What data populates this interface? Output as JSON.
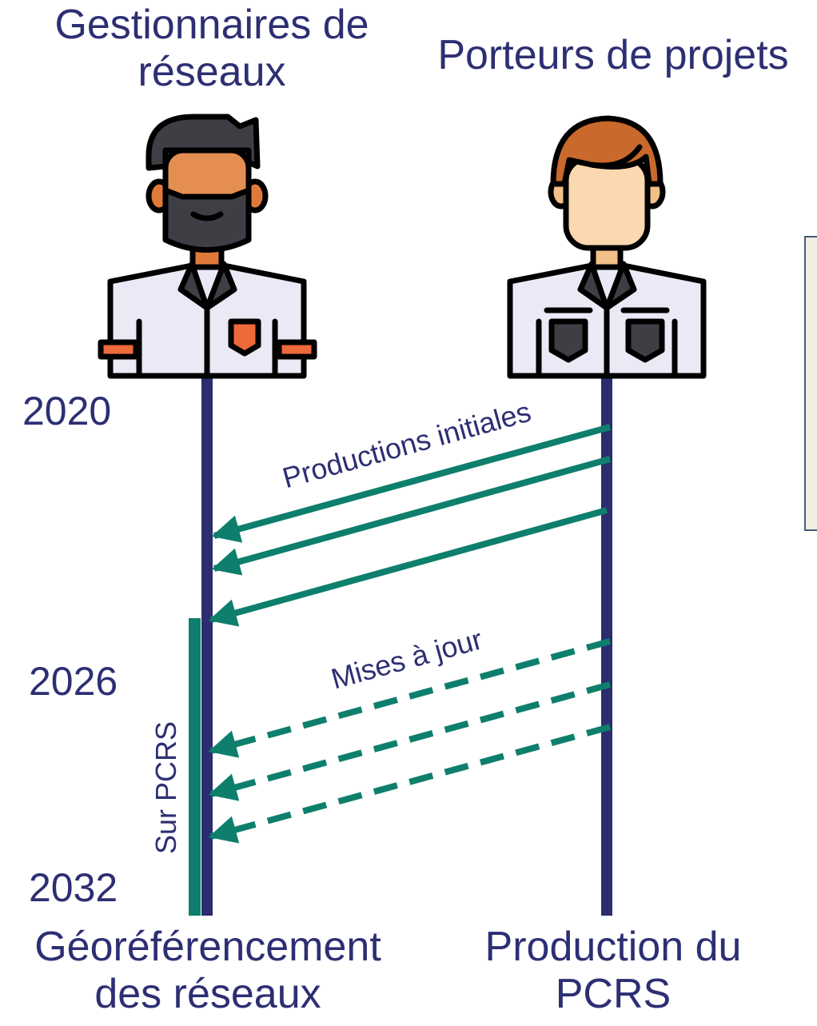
{
  "headers": {
    "left": "Gestionnaires de\nréseaux",
    "right": "Porteurs de projets"
  },
  "years": [
    "2020",
    "2026",
    "2032"
  ],
  "arrows": {
    "initial_label": "Productions initiales",
    "update_label": "Mises à jour"
  },
  "bar_label": "Sur PCRS",
  "footers": {
    "left": "Géoréférencement\ndes réseaux",
    "right": "Production du\nPCRS"
  },
  "colors": {
    "text": "#2d2f73",
    "lifeline": "#2b2d6e",
    "arrow": "#0e7f6c",
    "outline": "#000000"
  },
  "icons": {
    "left_actor": "bearded-man-uniform-icon",
    "right_actor": "young-man-uniform-icon"
  }
}
